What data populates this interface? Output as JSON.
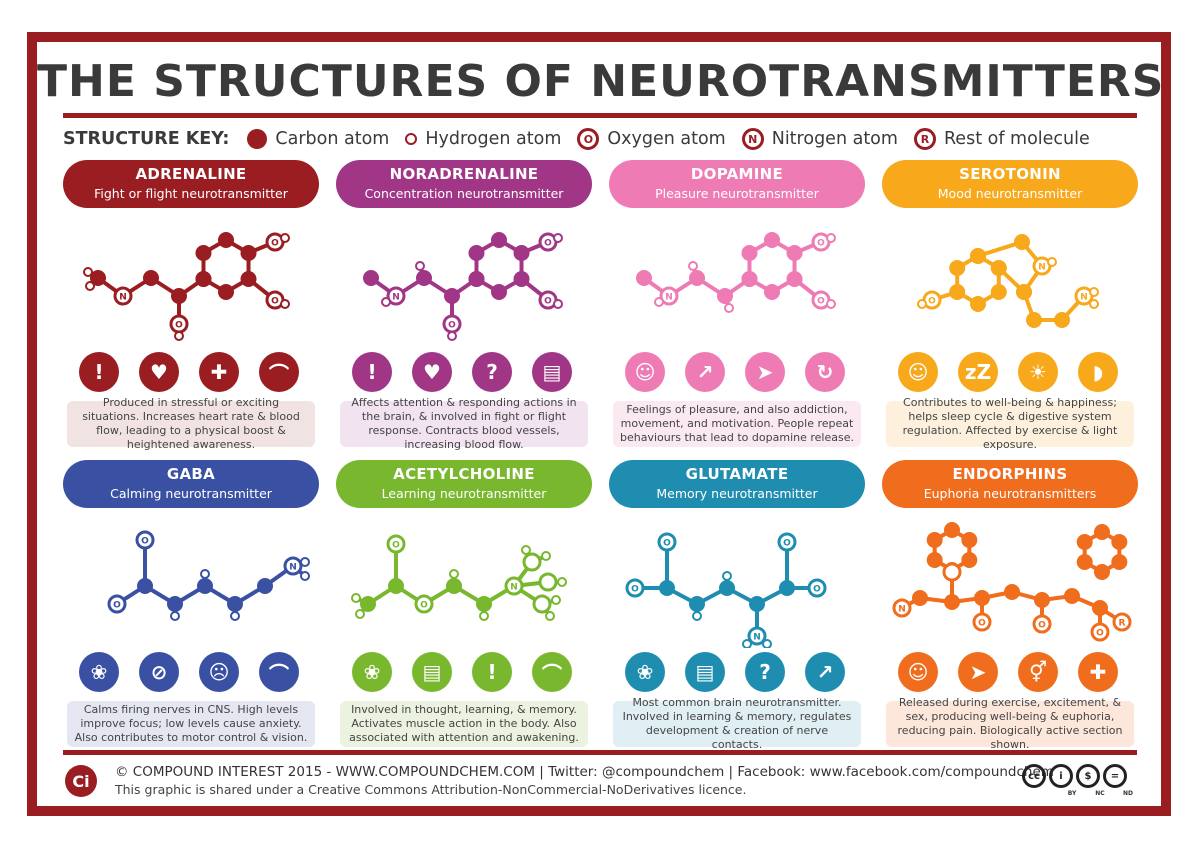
{
  "title": "THE STRUCTURES OF NEUROTRANSMITTERS",
  "key": {
    "label": "STRUCTURE KEY:",
    "items": [
      {
        "type": "carbon",
        "label": "Carbon atom"
      },
      {
        "type": "hydrogen",
        "label": "Hydrogen atom"
      },
      {
        "type": "oxygen",
        "symbol": "O",
        "label": "Oxygen atom"
      },
      {
        "type": "nitrogen",
        "symbol": "N",
        "label": "Nitrogen atom"
      },
      {
        "type": "rest",
        "symbol": "R",
        "label": "Rest of molecule"
      }
    ]
  },
  "panels": [
    {
      "name": "ADRENALINE",
      "desc": "Fight or flight neurotransmitter",
      "color": "#9a1d22",
      "bg": "#f2e3e3",
      "icons": [
        "exclamation-icon",
        "heart-icon",
        "doctor-icon",
        "muscle-icon"
      ],
      "text": "Produced in stressful or exciting situations. Increases heart rate & blood flow, leading to a physical boost & heightened awareness."
    },
    {
      "name": "NORADRENALINE",
      "desc": "Concentration neurotransmitter",
      "color": "#a13586",
      "bg": "#f1e3ef",
      "icons": [
        "exclamation-icon",
        "heart-icon",
        "question-icon",
        "reading-icon"
      ],
      "text": "Affects attention & responding actions in the brain, & involved in fight or flight response. Contracts blood vessels, increasing blood flow."
    },
    {
      "name": "DOPAMINE",
      "desc": "Pleasure neurotransmitter",
      "color": "#ee7bb4",
      "bg": "#fbe9f2",
      "icons": [
        "smile-icon",
        "syringe-icon",
        "running-icon",
        "cycle-icon"
      ],
      "text": "Feelings of pleasure, and also addiction, movement, and motivation. People repeat behaviours that lead to dopamine release."
    },
    {
      "name": "SEROTONIN",
      "desc": "Mood neurotransmitter",
      "color": "#f7a81b",
      "bg": "#fdf1de",
      "icons": [
        "smile-icon",
        "sleep-icon",
        "sun-icon",
        "stomach-icon"
      ],
      "text": "Contributes to well-being & happiness; helps sleep cycle & digestive system regulation. Affected by exercise & light exposure."
    },
    {
      "name": "GABA",
      "desc": "Calming neurotransmitter",
      "color": "#3a51a3",
      "bg": "#e4e7f2",
      "icons": [
        "brain-icon",
        "no-anxiety-icon",
        "calm-face-icon",
        "muscle-icon"
      ],
      "text": "Calms firing nerves in CNS. High levels improve focus; low levels cause anxiety. Also contributes to motor control & vision."
    },
    {
      "name": "ACETYLCHOLINE",
      "desc": "Learning neurotransmitter",
      "color": "#78b72e",
      "bg": "#ebf3e0",
      "icons": [
        "brain-icon",
        "reading-icon",
        "exclamation-icon",
        "muscle-icon"
      ],
      "text": "Involved in thought, learning, & memory. Activates muscle action in the body. Also associated with attention and awakening."
    },
    {
      "name": "GLUTAMATE",
      "desc": "Memory neurotransmitter",
      "color": "#1f8db0",
      "bg": "#e0eff4",
      "icons": [
        "brain-icon",
        "reading-icon",
        "question-icon",
        "connection-icon"
      ],
      "text": "Most common brain neurotransmitter. Involved in learning & memory, regulates development & creation of nerve contacts."
    },
    {
      "name": "ENDORPHINS",
      "desc": "Euphoria neurotransmitters",
      "color": "#f06d1e",
      "bg": "#fde7da",
      "icons": [
        "smile-icon",
        "running-icon",
        "gender-icon",
        "pain-relief-icon"
      ],
      "text": "Released during exercise, excitement, & sex, producing well-being & euphoria, reducing pain. Biologically active section shown."
    }
  ],
  "footer": {
    "line1": "© COMPOUND INTEREST 2015 - WWW.COMPOUNDCHEM.COM | Twitter: @compoundchem | Facebook: www.facebook.com/compoundchem",
    "line2": "This graphic is shared under a Creative Commons Attribution-NonCommercial-NoDerivatives licence.",
    "logo": "Ci",
    "cc_badges": [
      "cc",
      "i",
      "$",
      "="
    ],
    "cc_labels": [
      "BY",
      "NC",
      "ND"
    ]
  }
}
